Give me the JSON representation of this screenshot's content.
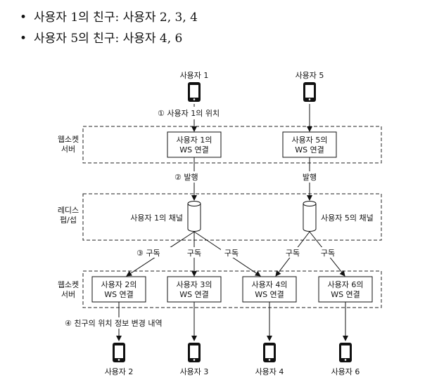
{
  "bullets": [
    "사용자 1의 친구: 사용자 2, 3, 4",
    "사용자 5의 친구: 사용자 4, 6"
  ],
  "bullet_symbol": "•",
  "top_users": [
    "사용자 1",
    "사용자 5"
  ],
  "step1_label": "① 사용자 1의 위치",
  "ws_layer_label": [
    "웹소켓",
    "서버"
  ],
  "pubsub_layer_label": [
    "레디스",
    "펍/섭"
  ],
  "top_servers": [
    {
      "line1": "사용자 1의",
      "line2": "WS 연결"
    },
    {
      "line1": "사용자 5의",
      "line2": "WS 연결"
    }
  ],
  "publish_labels": [
    "② 발행",
    "발행"
  ],
  "channels": [
    "사용자 1의 채널",
    "사용자 5의 채널"
  ],
  "subscribe_labels": [
    "③ 구독",
    "구독",
    "구독",
    "구독",
    "구독"
  ],
  "bottom_servers": [
    {
      "line1": "사용자 2의",
      "line2": "WS 연결"
    },
    {
      "line1": "사용자 3의",
      "line2": "WS 연결"
    },
    {
      "line1": "사용자 4의",
      "line2": "WS 연결"
    },
    {
      "line1": "사용자 6의",
      "line2": "WS 연결"
    }
  ],
  "step4_label": "④ 친구의 위치 정보 변경 내역",
  "bottom_users": [
    "사용자 2",
    "사용자 3",
    "사용자 4",
    "사용자 6"
  ]
}
